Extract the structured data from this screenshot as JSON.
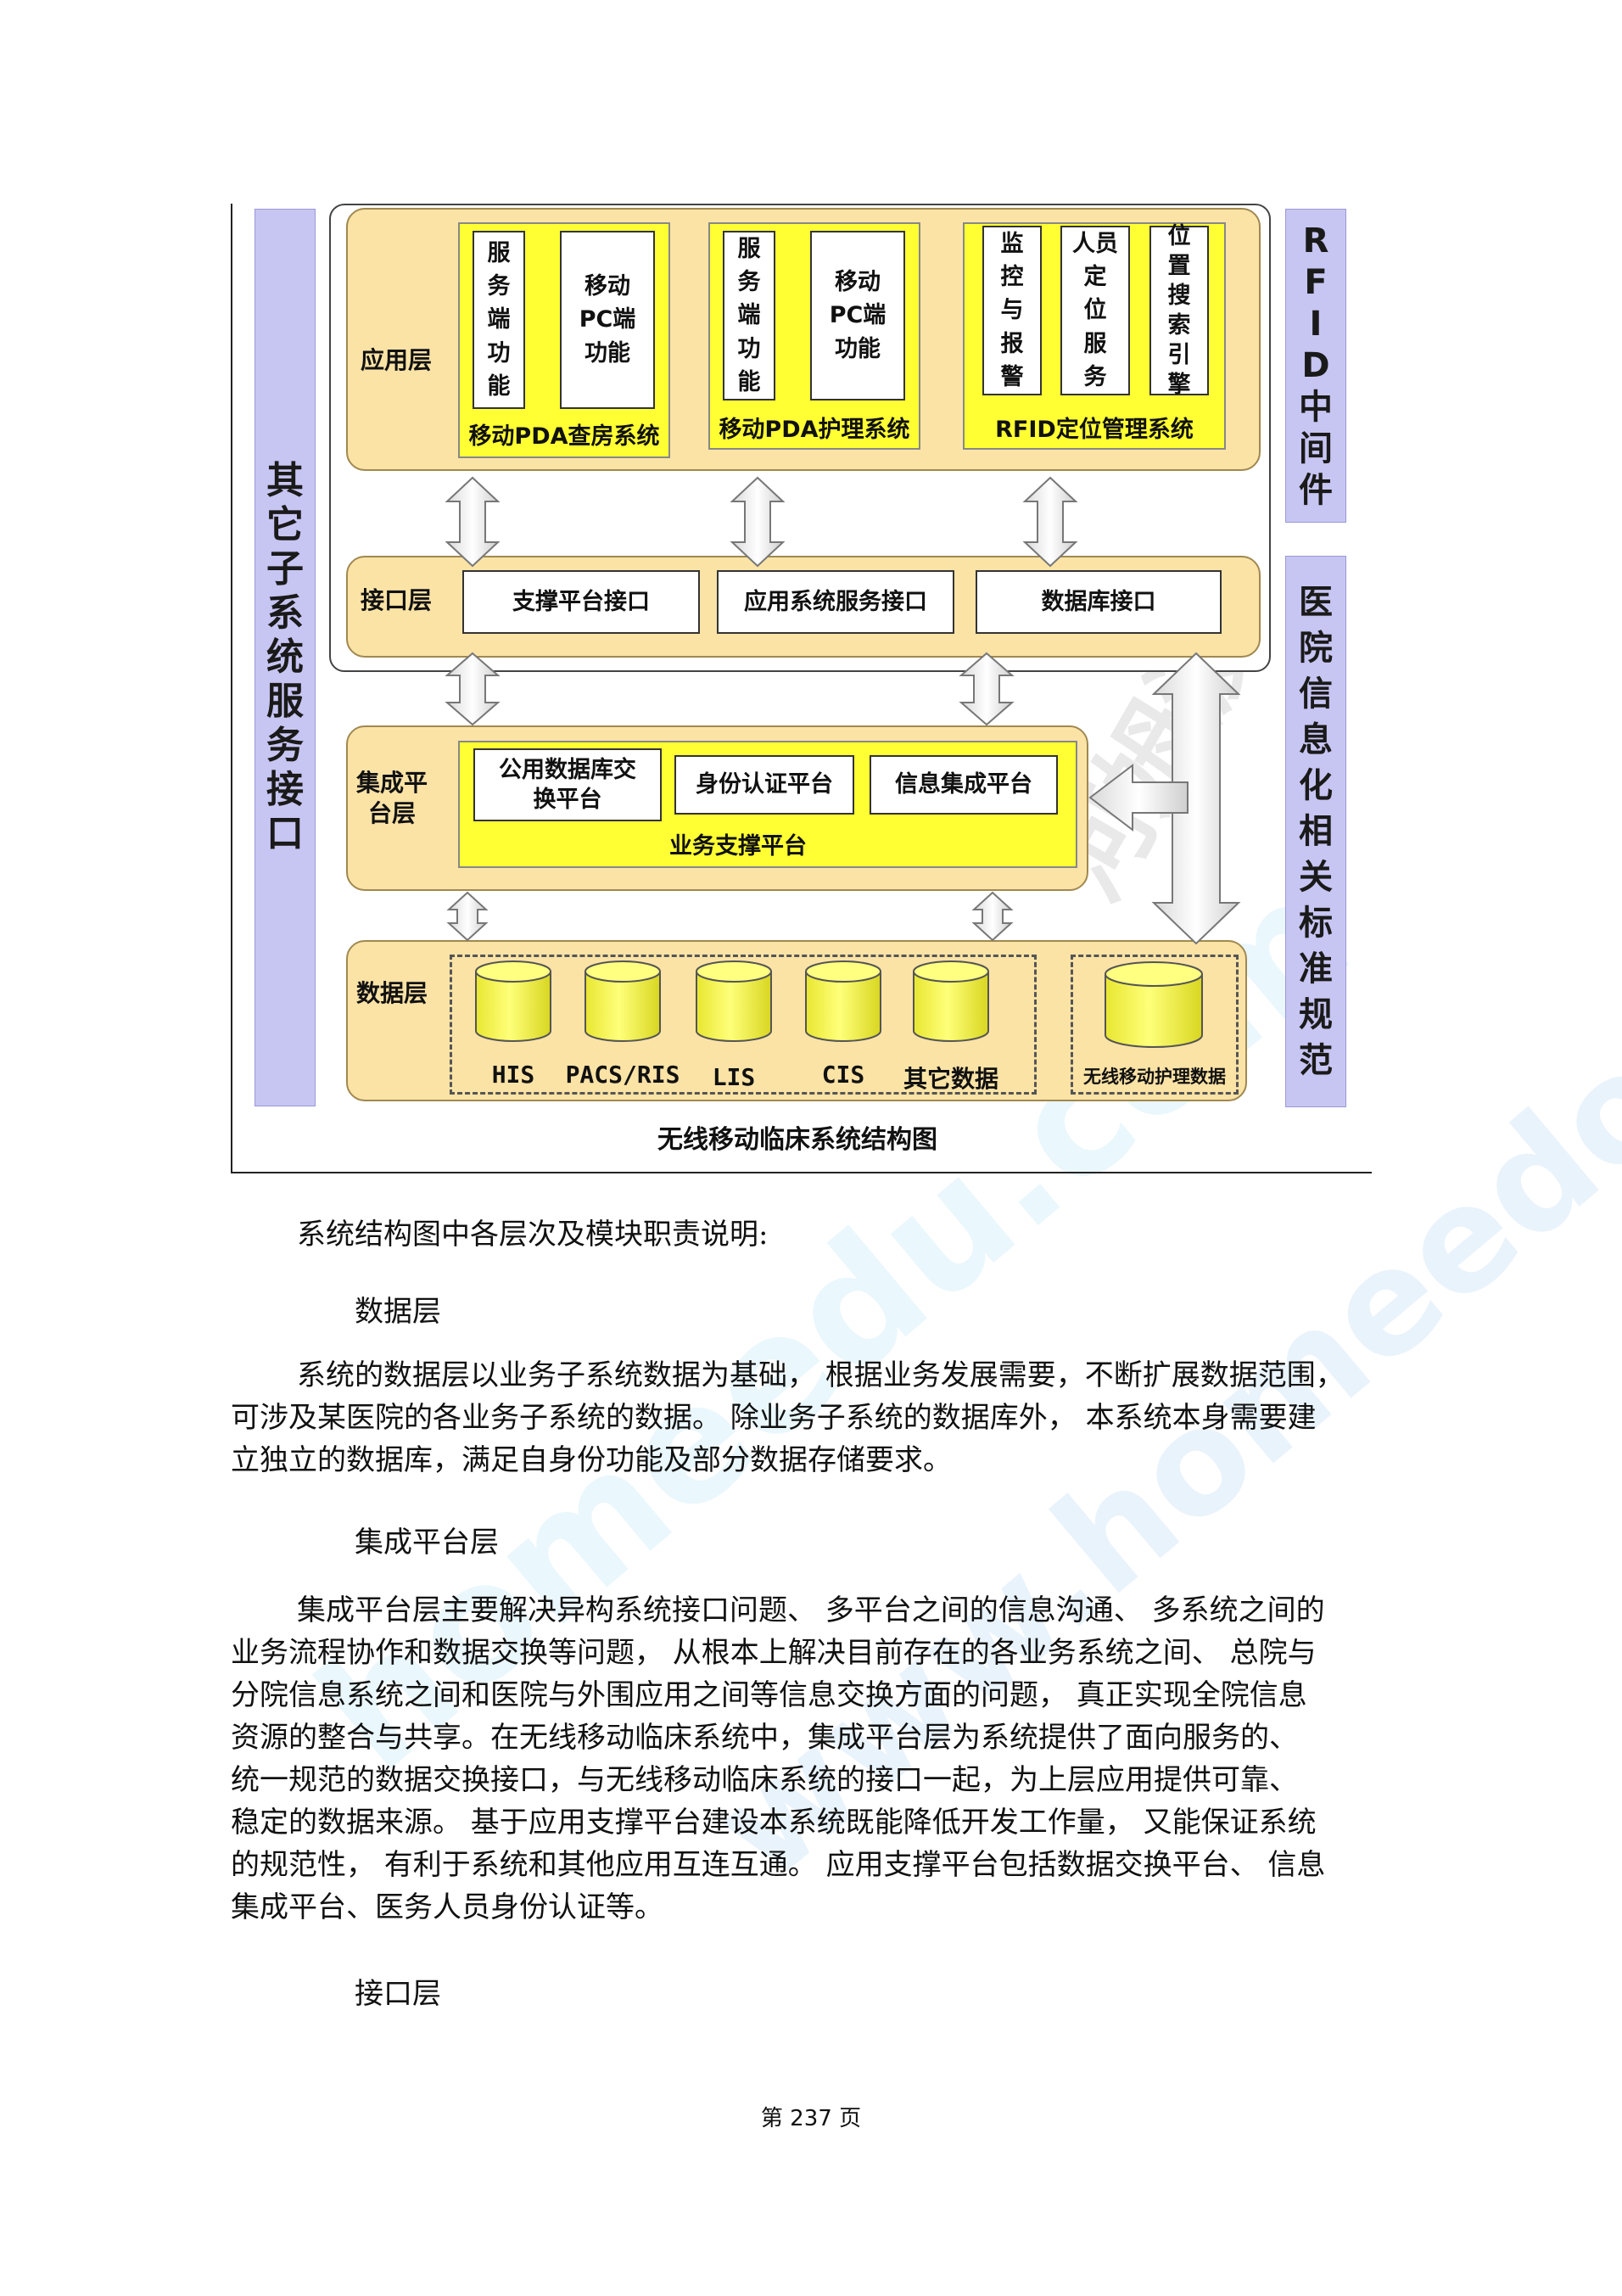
{
  "diagram": {
    "left_sidebar": [
      "其",
      "它",
      "子",
      "系",
      "统",
      "服",
      "务",
      "接",
      "口"
    ],
    "right_top_sidebar": [
      "R",
      "F",
      "I",
      "D",
      "中",
      "间",
      "件"
    ],
    "right_bottom_sidebar": [
      "医",
      "院",
      "信",
      "息",
      "化",
      "相",
      "关",
      "标",
      "准",
      "规",
      "范"
    ],
    "app_layer": {
      "label": "应用层",
      "systems": [
        {
          "caption": "移动PDA查房系统",
          "cards": [
            [
              "服",
              "务",
              "端",
              "功",
              "能"
            ],
            [
              "移动",
              "PC端",
              "功能"
            ]
          ]
        },
        {
          "caption": "移动PDA护理系统",
          "cards": [
            [
              "服",
              "务",
              "端",
              "功",
              "能"
            ],
            [
              "移动",
              "PC端",
              "功能"
            ]
          ]
        },
        {
          "caption": "RFID定位管理系统",
          "cards": [
            [
              "监",
              "控",
              "与",
              "报",
              "警"
            ],
            [
              "人员",
              "定",
              "位",
              "服",
              "务"
            ],
            [
              "位",
              "置",
              "搜",
              "索",
              "引",
              "擎"
            ]
          ]
        }
      ]
    },
    "interface_layer": {
      "label": "接口层",
      "boxes": [
        "支撑平台接口",
        "应用系统服务接口",
        "数据库接口"
      ]
    },
    "integration_layer": {
      "label": [
        "集成平",
        "台层"
      ],
      "boxes": [
        [
          "公用数据库交",
          "换平台"
        ],
        [
          "身份认证平台"
        ],
        [
          "信息集成平台"
        ]
      ],
      "platform_caption": "业务支撑平台"
    },
    "data_layer": {
      "label": "数据层",
      "databases": [
        "HIS",
        "PACS/RIS",
        "LIS",
        "CIS",
        "其它数据"
      ],
      "extra_database": "无线移动护理数据"
    },
    "caption": "无线移动临床系统结构图",
    "colors": {
      "layer": "#fbe3a6",
      "system": "#ffff33",
      "sidebar": "#c7c5f2",
      "cylinder": "#ffff66"
    }
  },
  "intro": "系统结构图中各层次及模块职责说明:",
  "sections": [
    {
      "heading": "数据层",
      "lines": [
        "系统的数据层以业务子系统数据为基础，    根据业务发展需要，不断扩展数据范围，",
        "可涉及某医院的各业务子系统的数据。    除业务子系统的数据库外，   本系统本身需要建",
        "立独立的数据库，满足自身份功能及部分数据存储要求。"
      ]
    },
    {
      "heading": "集成平台层",
      "lines": [
        "集成平台层主要解决异构系统接口问题、    多平台之间的信息沟通、  多系统之间的",
        "业务流程协作和数据交换等问题，    从根本上解决目前存在的各业务系统之间、     总院与",
        "分院信息系统之间和医院与外围应用之间等信息交换方面的问题，       真正实现全院信息",
        "资源的整合与共享。在无线移动临床系统中，集成平台层为系统提供了面向服务的、",
        "统一规范的数据交换接口，与无线移动临床系统的接口一起，为上层应用提供可靠、",
        "稳定的数据来源。 基于应用支撑平台建设本系统既能降低开发工作量，       又能保证系统",
        "的规范性， 有利于系统和其他应用互连互通。    应用支撑平台包括数据交换平台、    信息",
        "集成平台、医务人员身份认证等。"
      ]
    },
    {
      "heading": "接口层",
      "lines": []
    }
  ],
  "footer": {
    "page": "第 237 页"
  },
  "watermarks": [
    "homeedu.com",
    "www.homeedo.com",
    "河姆渡"
  ]
}
